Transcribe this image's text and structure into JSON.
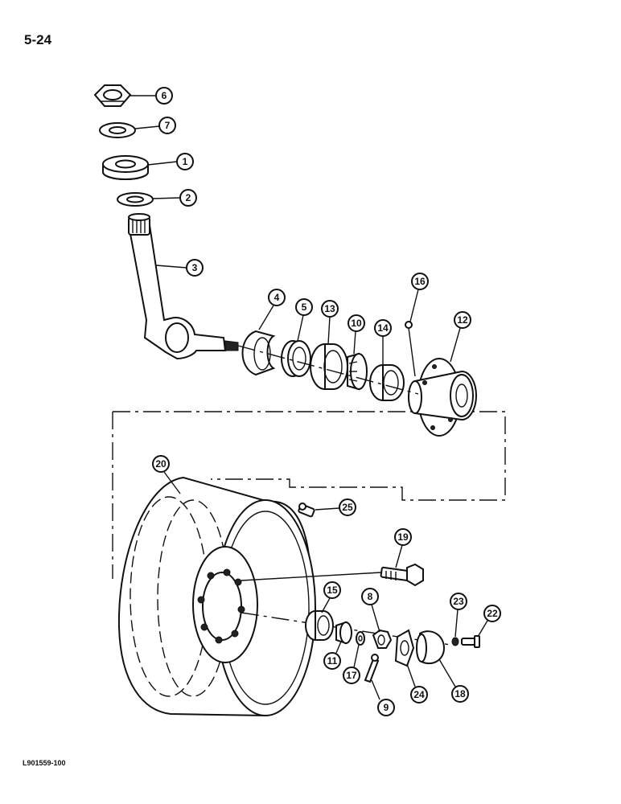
{
  "page": {
    "page_number": "5-24",
    "figure_id": "L901559-100"
  },
  "callouts": [
    "6",
    "7",
    "1",
    "2",
    "3",
    "4",
    "5",
    "13",
    "10",
    "14",
    "16",
    "12",
    "20",
    "25",
    "19",
    "8",
    "23",
    "22",
    "15",
    "11",
    "17",
    "9",
    "24",
    "18"
  ]
}
